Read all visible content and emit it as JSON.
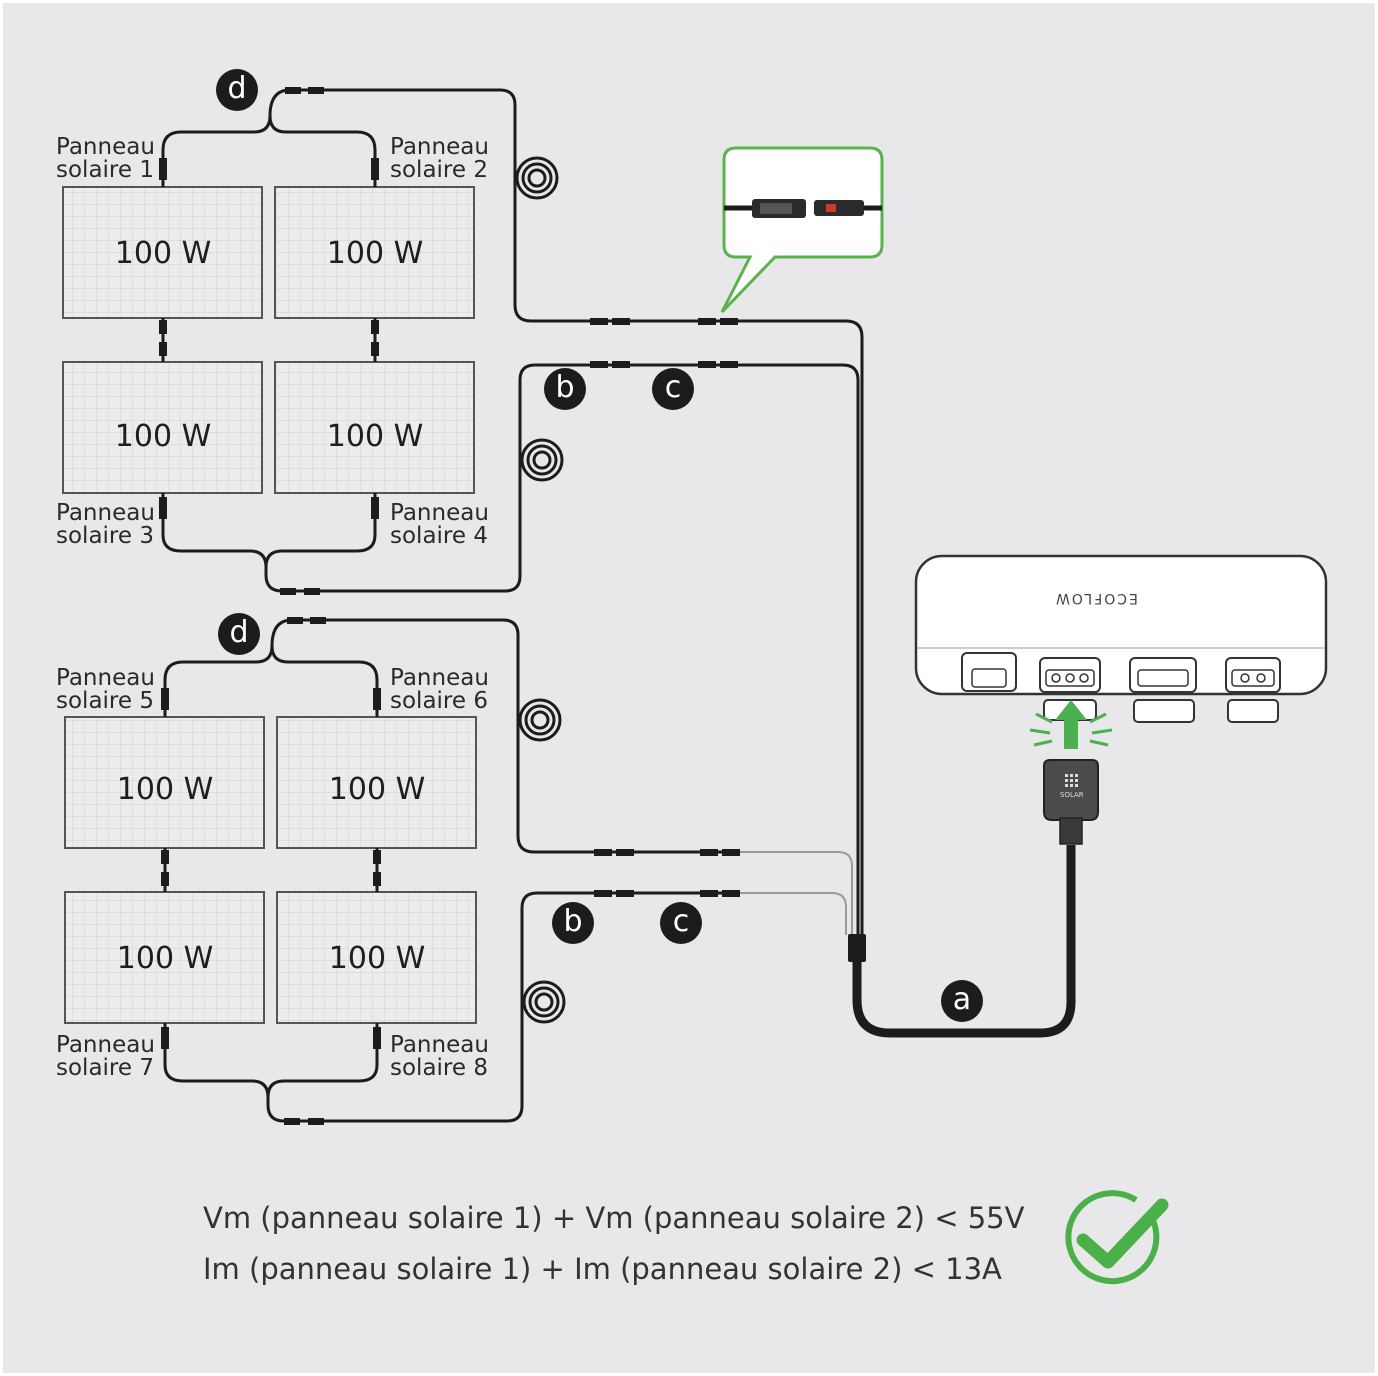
{
  "panels": [
    {
      "name": "Panneau solaire 1",
      "line1": "Panneau",
      "line2": "solaire 1",
      "power": "100 W"
    },
    {
      "name": "Panneau solaire 2",
      "line1": "Panneau",
      "line2": "solaire 2",
      "power": "100 W"
    },
    {
      "name": "Panneau solaire 3",
      "line1": "Panneau",
      "line2": "solaire 3",
      "power": "100 W"
    },
    {
      "name": "Panneau solaire 4",
      "line1": "Panneau",
      "line2": "solaire 4",
      "power": "100 W"
    },
    {
      "name": "Panneau solaire 5",
      "line1": "Panneau",
      "line2": "solaire 5",
      "power": "100 W"
    },
    {
      "name": "Panneau solaire 6",
      "line1": "Panneau",
      "line2": "solaire 6",
      "power": "100 W"
    },
    {
      "name": "Panneau solaire 7",
      "line1": "Panneau",
      "line2": "solaire 7",
      "power": "100 W"
    },
    {
      "name": "Panneau solaire 8",
      "line1": "Panneau",
      "line2": "solaire 8",
      "power": "100 W"
    }
  ],
  "badges": {
    "a": "a",
    "b": "b",
    "c": "c",
    "d": "d"
  },
  "device": {
    "logo": "ECOFLOW",
    "port_label": "SOLAR"
  },
  "formulas": {
    "voltage": "Vm (panneau solaire 1) + Vm (panneau solaire 2) < 55V",
    "current": "Im (panneau solaire 1) + Im (panneau solaire 2) < 13A"
  },
  "colors": {
    "background": "#e8e8ea",
    "cable": "#1c1c1c",
    "accent_green": "#4caf50",
    "panel_fill": "#ededed"
  },
  "icons": [
    "cable-coil-icon",
    "mc4-connector-icon",
    "checkmark-icon",
    "up-arrow-icon"
  ]
}
